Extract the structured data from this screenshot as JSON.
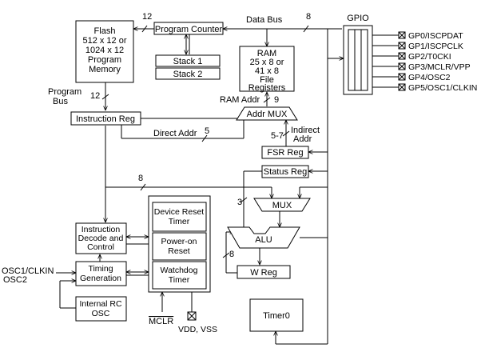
{
  "blocks": {
    "flash": [
      "Flash",
      "512 x 12 or",
      "1024 x 12",
      "Program",
      "Memory"
    ],
    "program_counter": "Program Counter",
    "stack1": "Stack 1",
    "stack2": "Stack 2",
    "ram": [
      "RAM",
      "25 x 8 or",
      "41 x 8",
      "File",
      "Registers"
    ],
    "gpio": "GPIO",
    "instruction_reg": "Instruction Reg",
    "addr_mux": "Addr MUX",
    "fsr_reg": "FSR Reg",
    "status_reg": "Status Reg",
    "instruction_decode": [
      "Instruction",
      "Decode and",
      "Control"
    ],
    "timing_generation": [
      "Timing",
      "Generation"
    ],
    "internal_rc": [
      "Internal RC",
      "OSC"
    ],
    "device_reset_timer": [
      "Device Reset",
      "Timer"
    ],
    "power_on_reset": [
      "Power-on",
      "Reset"
    ],
    "watchdog_timer": [
      "Watchdog",
      "Timer"
    ],
    "mux": "MUX",
    "alu": "ALU",
    "w_reg": "W Reg",
    "timer0": "Timer0"
  },
  "labels": {
    "data_bus": "Data Bus",
    "program_bus": [
      "Program",
      "Bus"
    ],
    "direct_addr": "Direct Addr",
    "indirect_addr": [
      "Indirect",
      "Addr"
    ],
    "ram_addr": "RAM Addr",
    "osc1": "OSC1/CLKIN",
    "osc2": "OSC2",
    "mclr": "MCLR",
    "vdd_vss": "VDD, VSS"
  },
  "bus_widths": {
    "pc_to_flash": "12",
    "data_bus": "8",
    "program_bus": "12",
    "direct_addr": "5",
    "ram_addr": "9",
    "indirect_addr": "5-7",
    "instr_to_mux": "8",
    "status_to_mux": "3",
    "w_reg_loop": "8"
  },
  "gpio_pins": [
    "GP0/ISCPDAT",
    "GP1/ISCPCLK",
    "GP2/T0CKI",
    "GP3/MCLR/VPP",
    "GP4/OSC2",
    "GP5/OSC1/CLKIN"
  ]
}
